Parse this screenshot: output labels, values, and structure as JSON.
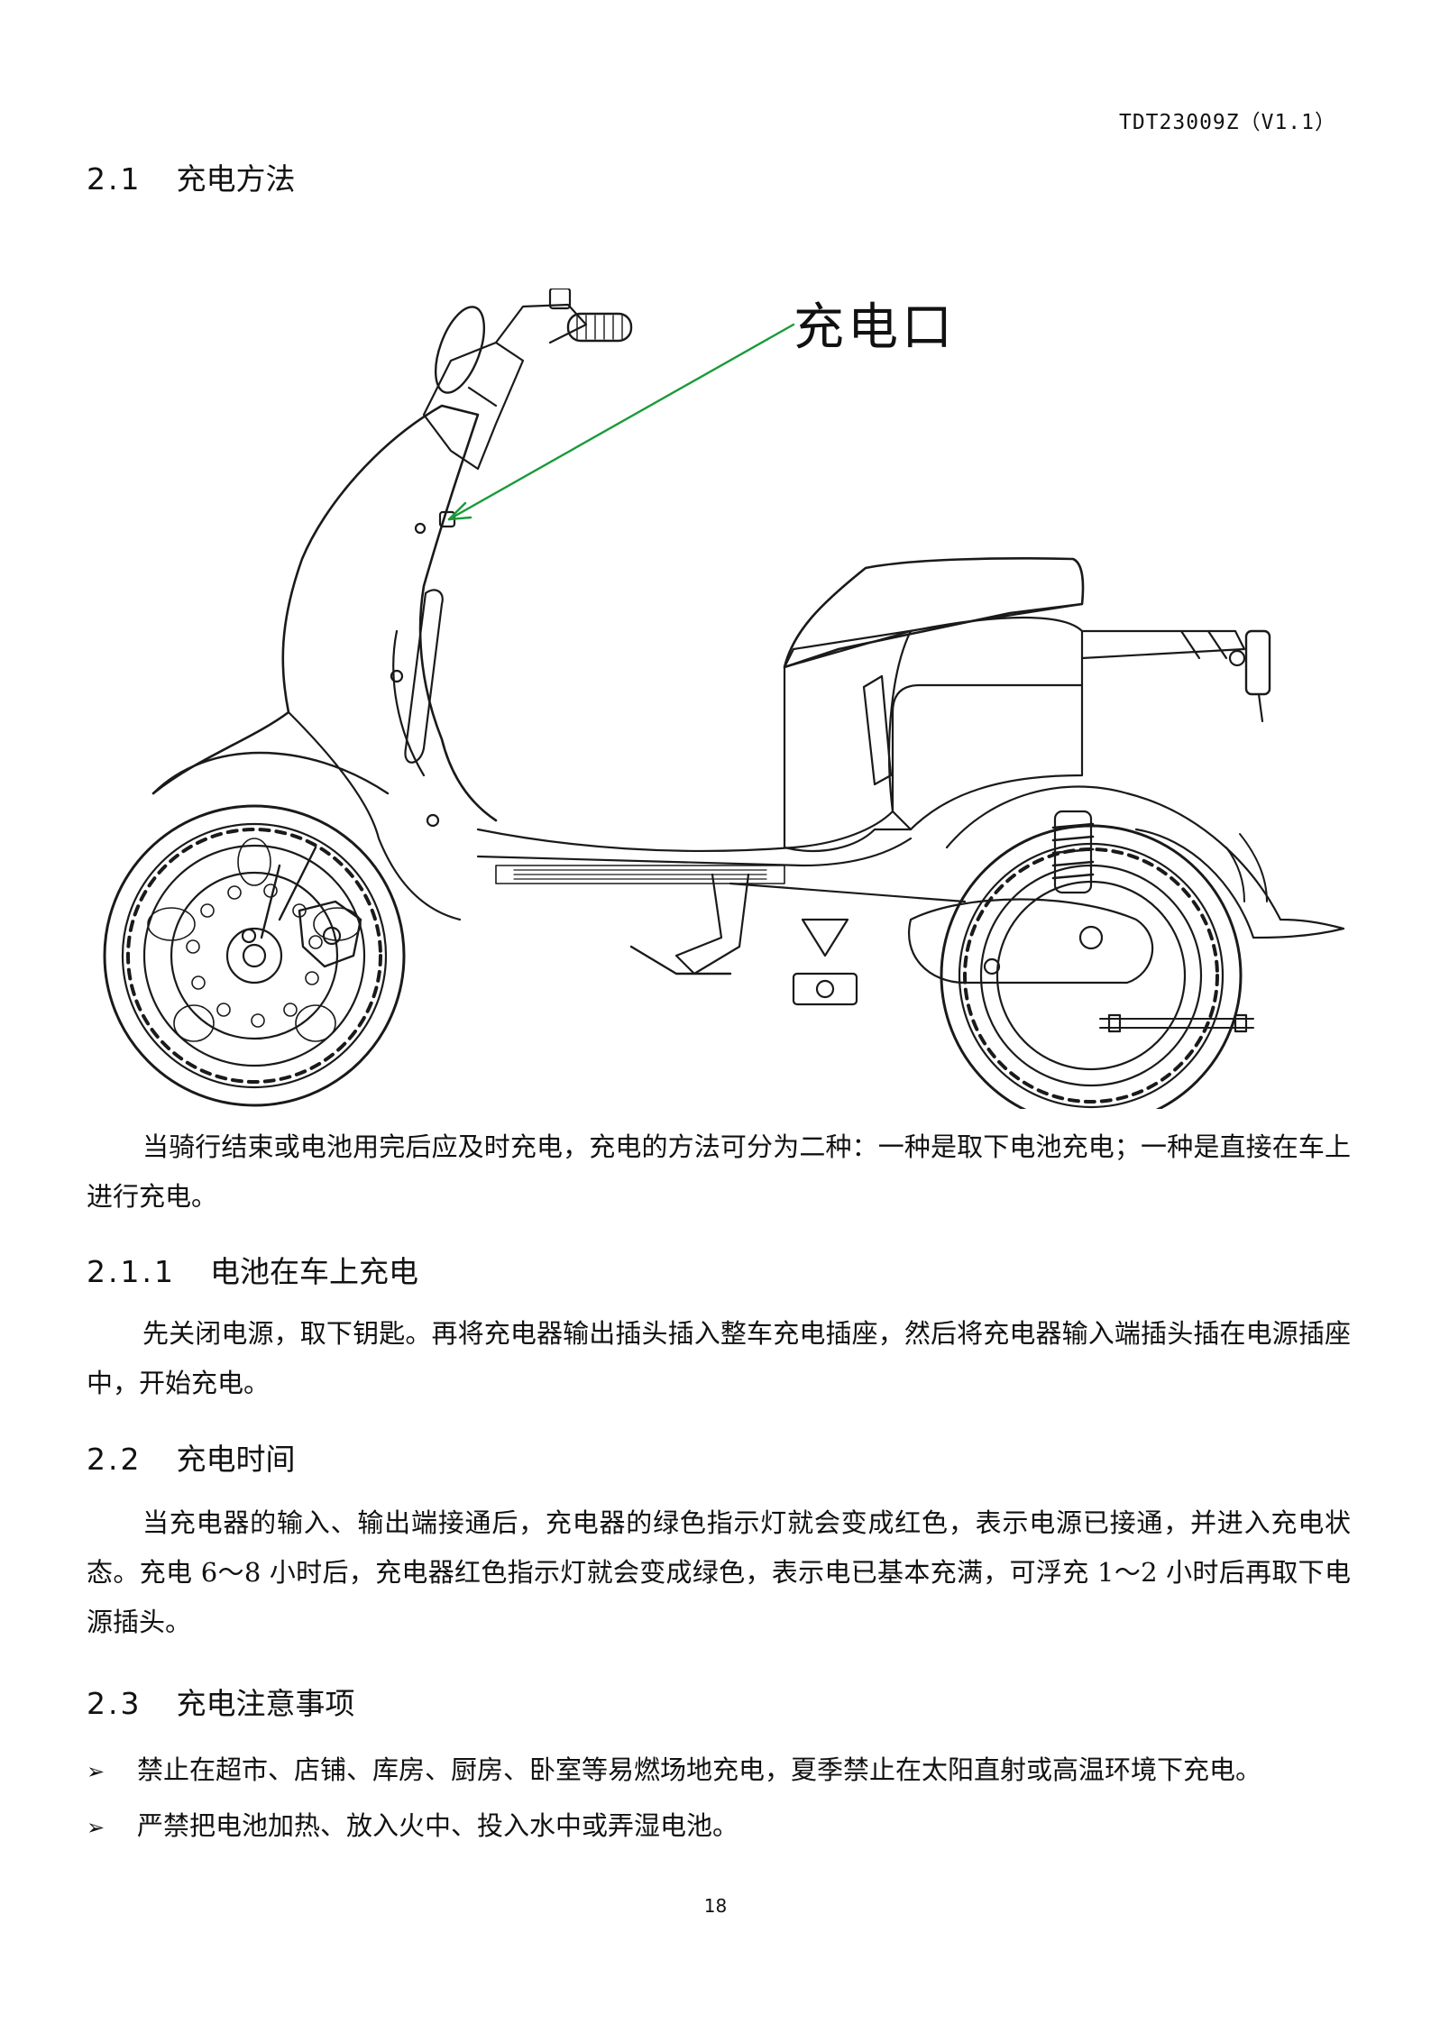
{
  "header": {
    "doc_code": "TDT23009Z（V1.1）"
  },
  "sections": {
    "s2_1": {
      "number": "2.1",
      "title": "充电方法"
    },
    "figure": {
      "callout_label": "充电口"
    },
    "intro_paragraph": "当骑行结束或电池用完后应及时充电，充电的方法可分为二种：一种是取下电池充电；一种是直接在车上进行充电。",
    "s2_1_1": {
      "number": "2.1.1",
      "title": "电池在车上充电",
      "paragraph": "先关闭电源，取下钥匙。再将充电器输出插头插入整车充电插座，然后将充电器输入端插头插在电源插座中，开始充电。"
    },
    "s2_2": {
      "number": "2.2",
      "title": "充电时间",
      "paragraph": "当充电器的输入、输出端接通后，充电器的绿色指示灯就会变成红色，表示电源已接通，并进入充电状态。充电 6～8 小时后，充电器红色指示灯就会变成绿色，表示电已基本充满，可浮充 1～2 小时后再取下电源插头。"
    },
    "s2_3": {
      "number": "2.3",
      "title": "充电注意事项",
      "bullets": [
        "禁止在超市、店铺、库房、厨房、卧室等易燃场地充电，夏季禁止在太阳直射或高温环境下充电。",
        "严禁把电池加热、放入火中、投入水中或弄湿电池。"
      ],
      "bullet_marker": "➢"
    }
  },
  "footer": {
    "page_number": "18"
  },
  "colors": {
    "arrow": "#1a9a3a",
    "line": "#1a1a1a"
  }
}
